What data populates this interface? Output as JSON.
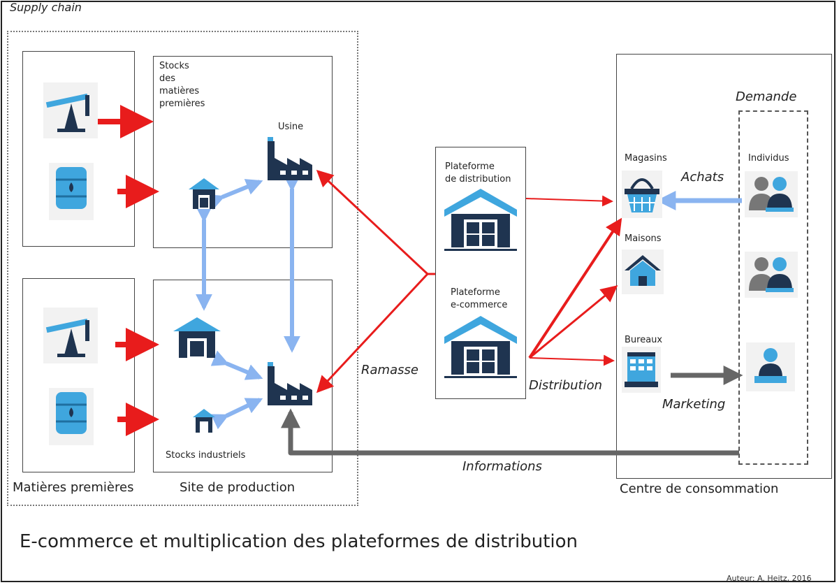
{
  "frame_label": "Supply chain",
  "title": "E-commerce et multiplication des plateformes de distribution",
  "author": "Auteur: A. Heitz, 2016",
  "sections": {
    "raw": "Matières premières",
    "production": "Site de production",
    "consumption": "Centre de consommation"
  },
  "labels": {
    "stocks_mp": "Stocks\ndes\nmatières\npremières",
    "usine": "Usine",
    "stocks_ind": "Stocks industriels",
    "plat_dist": "Plateforme\nde distribution",
    "plat_ecom": "Plateforme\ne-commerce",
    "magasins": "Magasins",
    "maisons": "Maisons",
    "bureaux": "Bureaux",
    "individus": "Individus",
    "demande": "Demande"
  },
  "flows": {
    "ramasse": "Ramasse",
    "distribution": "Distribution",
    "achats": "Achats",
    "marketing": "Marketing",
    "informations": "Informations"
  },
  "colors": {
    "red": "#e81c1c",
    "blue": "#8ab4f0",
    "gray": "#666666",
    "icon_dark": "#1f3450",
    "icon_light": "#3fa6de"
  }
}
